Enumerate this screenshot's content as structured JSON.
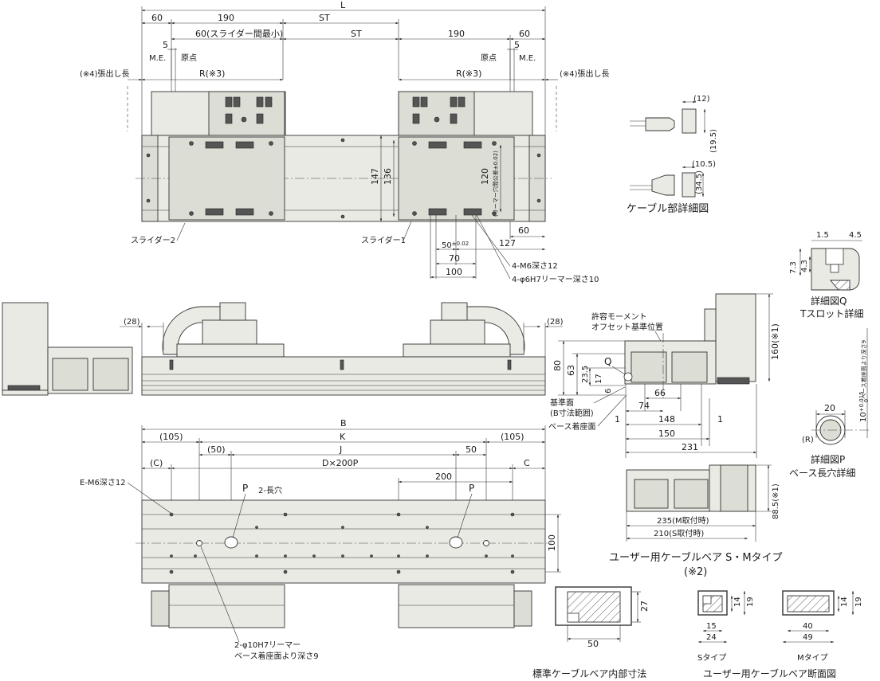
{
  "top_view": {
    "dim_L": "L",
    "dim_60_left": "60",
    "dim_190_left": "190",
    "dim_ST_top": "ST",
    "dim_60_min": "60(スライダー間最小)",
    "dim_ST_mid": "ST",
    "dim_190_right": "190",
    "dim_60_right": "60",
    "dim_5_left": "5",
    "dim_5_right": "5",
    "me_left": "M.E.",
    "origin_left": "原点",
    "origin_right": "原点",
    "me_right": "M.E.",
    "overhang_left": "(※4)張出し長",
    "overhang_right": "(※4)張出し長",
    "r_left": "R(※3)",
    "r_right": "R(※3)",
    "dim_147": "147",
    "dim_136": "136",
    "dim_120": "120",
    "reamer_pitch": "(リーマー穴間公差±0.02)",
    "slider2": "スライダー2",
    "slider1": "スライダー1",
    "dim_60_b": "60",
    "dim_127": "127",
    "dim_50": "50",
    "tol_50": "±0.02",
    "dim_70": "70",
    "dim_100": "100",
    "m6": "4-M6深さ12",
    "phi6": "4-φ6H7リーマー深さ10"
  },
  "cable_detail": {
    "d12": "(12)",
    "d195": "(19.5)",
    "d105": "(10.5)",
    "d345": "(34.5)",
    "title": "ケーブル部詳細図"
  },
  "detail_q": {
    "d15": "1.5",
    "d45": "4.5",
    "d73": "7.3",
    "d43": "4.3",
    "title1": "詳細図Q",
    "title2": "Tスロット詳細"
  },
  "front_view": {
    "d28_left": "(28)",
    "d28_right": "(28)"
  },
  "side_view": {
    "note1": "許容モーメント",
    "note2": "オフセット基準位置",
    "q": "Q",
    "d80": "80",
    "d63": "63",
    "d235": "23.5",
    "d17": "17",
    "d6": "6",
    "d66": "66",
    "d74": "74",
    "d148": "148",
    "d1_left": "1",
    "d1_right": "1",
    "d150": "150",
    "d231": "231",
    "d160": "160(※1)",
    "base_ref1": "基準面",
    "base_ref2": "(B寸法範囲)",
    "base_mount": "ベース着座面"
  },
  "detail_p": {
    "d20": "20",
    "r": "(R)",
    "depth": "10",
    "depth_tol": "+0.015",
    "depth_tol0": "0",
    "depth_note": "ベース着座面より深さ9",
    "title1": "詳細図P",
    "title2": "ベース長穴詳細"
  },
  "bottom_view": {
    "dB": "B",
    "d105_left": "(105)",
    "dK": "K",
    "d105_right": "(105)",
    "d50_left": "(50)",
    "dJ": "J",
    "d50_right": "50",
    "dC_left": "(C)",
    "dD": "D×200P",
    "dC_right": "C",
    "d200": "200",
    "em6": "E-M6深さ12",
    "p_left": "P",
    "slot": "2-長穴",
    "p_right": "P",
    "d100": "100",
    "phi10_1": "2-φ10H7リーマー",
    "phi10_2": "ベース着座面より深さ9"
  },
  "cable_bear": {
    "d885": "88.5(※1)",
    "d235m": "235(M取付時)",
    "d210s": "210(S取付時)",
    "title1": "ユーザー用ケーブルベア S・Mタイプ",
    "title2": "(※2)"
  },
  "std_bear": {
    "d27": "27",
    "d50": "50",
    "title": "標準ケーブルベア内部寸法"
  },
  "section": {
    "s14": "14",
    "s19": "19",
    "s15": "15",
    "s24": "24",
    "s_label": "Sタイプ",
    "m14": "14",
    "m19": "19",
    "m40": "40",
    "m49": "49",
    "m_label": "Mタイプ",
    "title": "ユーザー用ケーブルベア断面図"
  }
}
